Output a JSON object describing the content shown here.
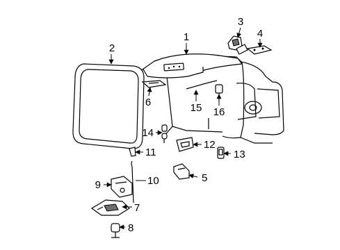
{
  "diagram": {
    "callouts": {
      "c1": "1",
      "c2": "2",
      "c3": "3",
      "c4": "4",
      "c5": "5",
      "c6": "6",
      "c7": "7",
      "c8": "8",
      "c9": "9",
      "c10": "10",
      "c11": "11",
      "c12": "12",
      "c13": "13",
      "c14": "14",
      "c15": "15",
      "c16": "16"
    }
  }
}
